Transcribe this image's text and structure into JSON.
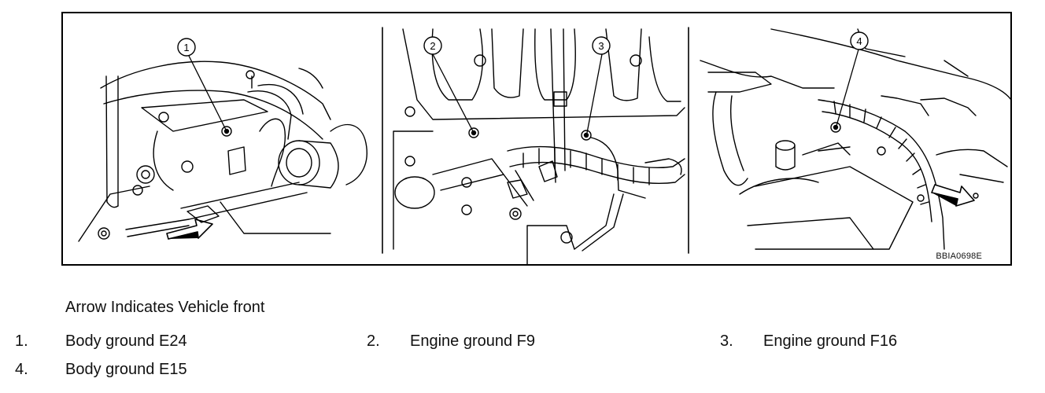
{
  "figure": {
    "code": "BBIA0698E",
    "callouts": [
      "1",
      "2",
      "3",
      "4"
    ]
  },
  "caption": "Arrow Indicates Vehicle front",
  "legend": [
    {
      "num": "1.",
      "label": "Body ground E24"
    },
    {
      "num": "2.",
      "label": "Engine ground F9"
    },
    {
      "num": "3.",
      "label": "Engine ground F16"
    },
    {
      "num": "4.",
      "label": "Body ground E15"
    }
  ]
}
